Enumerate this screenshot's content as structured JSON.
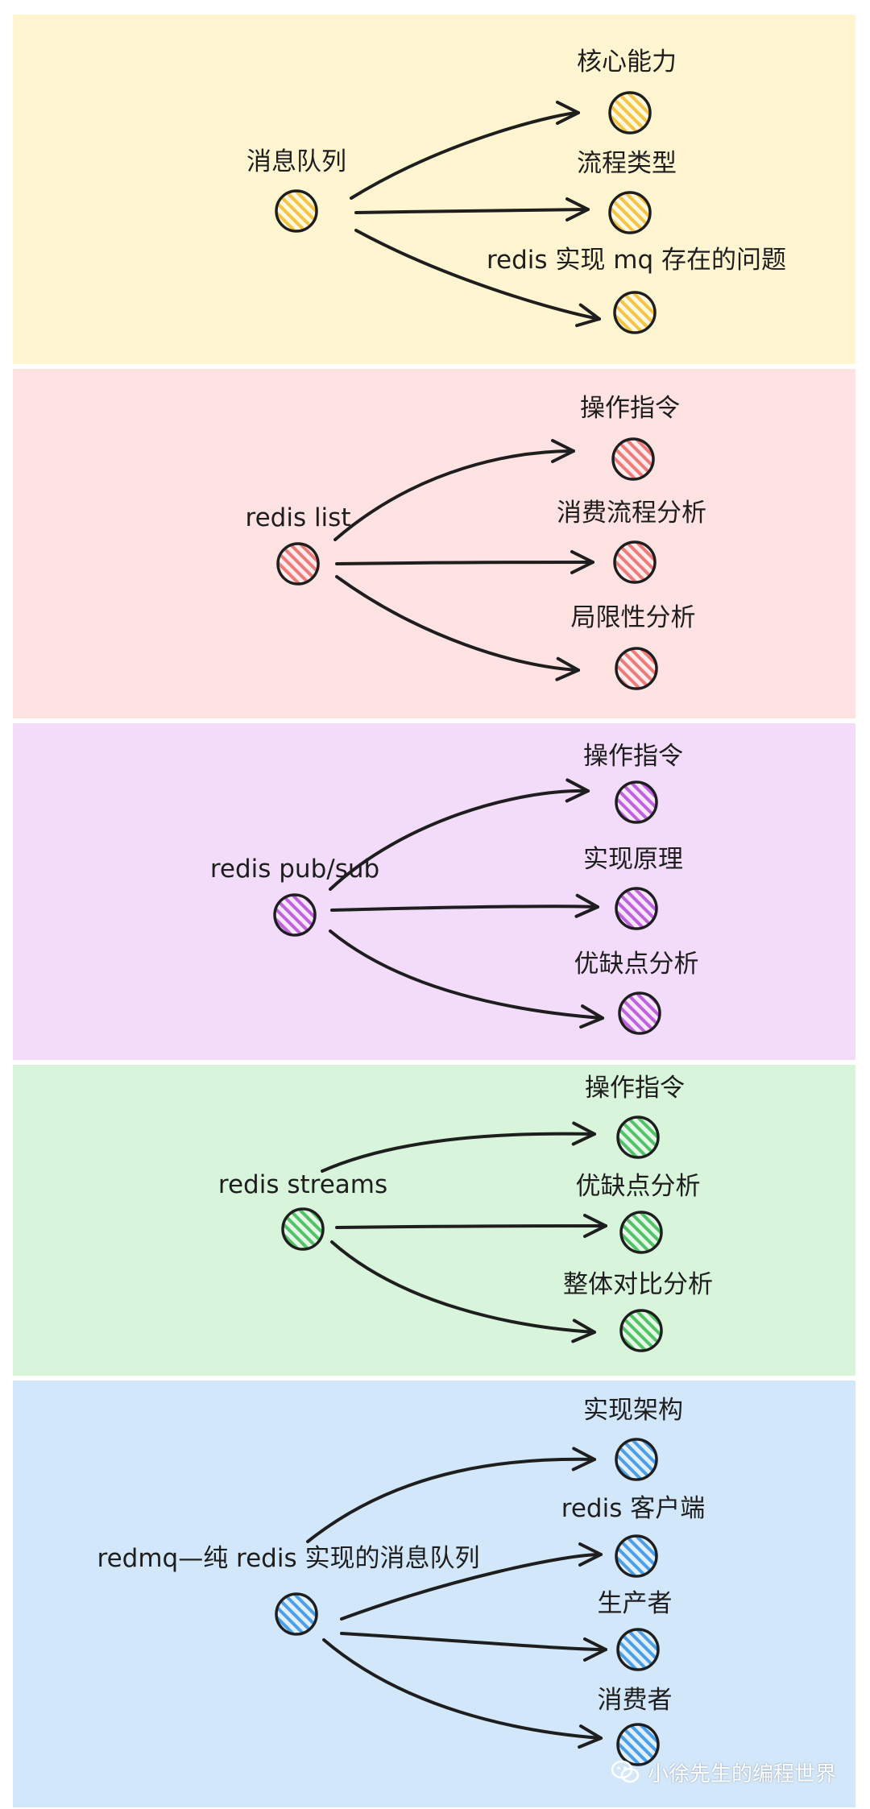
{
  "sections": [
    {
      "root": "消息队列",
      "children": [
        "核心能力",
        "流程类型",
        "redis 实现 mq 存在的问题"
      ],
      "bg": "#fff6d1",
      "node_fill": "#f6c343"
    },
    {
      "root": "redis list",
      "children": [
        "操作指令",
        "消费流程分析",
        "局限性分析"
      ],
      "bg": "#ffe2e2",
      "node_fill": "#f07a7a"
    },
    {
      "root": "redis pub/sub",
      "children": [
        "操作指令",
        "实现原理",
        "优缺点分析"
      ],
      "bg": "#f2dcfa",
      "node_fill": "#c160e0"
    },
    {
      "root": "redis streams",
      "children": [
        "操作指令",
        "优缺点分析",
        "整体对比分析"
      ],
      "bg": "#d8f5dc",
      "node_fill": "#4fc365"
    },
    {
      "root": "redmq—纯 redis 实现的消息队列",
      "children": [
        "实现架构",
        "redis 客户端",
        "生产者",
        "消费者"
      ],
      "bg": "#d3e7fb",
      "node_fill": "#4a9fe8"
    }
  ],
  "watermark": {
    "text": "小徐先生的编程世界",
    "icon": "wechat-icon"
  }
}
